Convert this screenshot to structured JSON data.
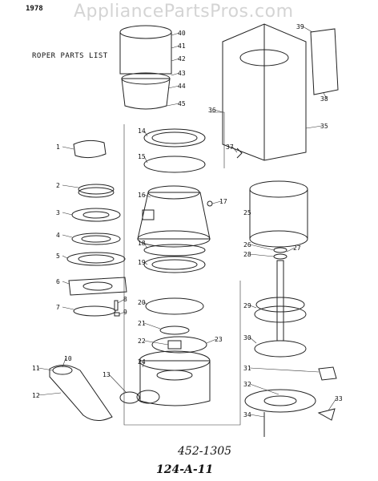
{
  "watermark": "AppliancePartsPros.com",
  "year": "1978",
  "list_title": "ROPER PARTS LIST",
  "handwritten_1": "452-1305",
  "handwritten_2": "124-A-11",
  "callouts": [
    "1",
    "2",
    "3",
    "4",
    "5",
    "6",
    "7",
    "8",
    "9",
    "10",
    "11",
    "12",
    "13",
    "14",
    "15",
    "16",
    "17",
    "18",
    "19",
    "20",
    "21",
    "22",
    "23",
    "24",
    "25",
    "26",
    "27",
    "28",
    "29",
    "30",
    "31",
    "32",
    "33",
    "34",
    "35",
    "36",
    "37",
    "38",
    "39",
    "40",
    "41",
    "42",
    "43",
    "44",
    "45"
  ]
}
